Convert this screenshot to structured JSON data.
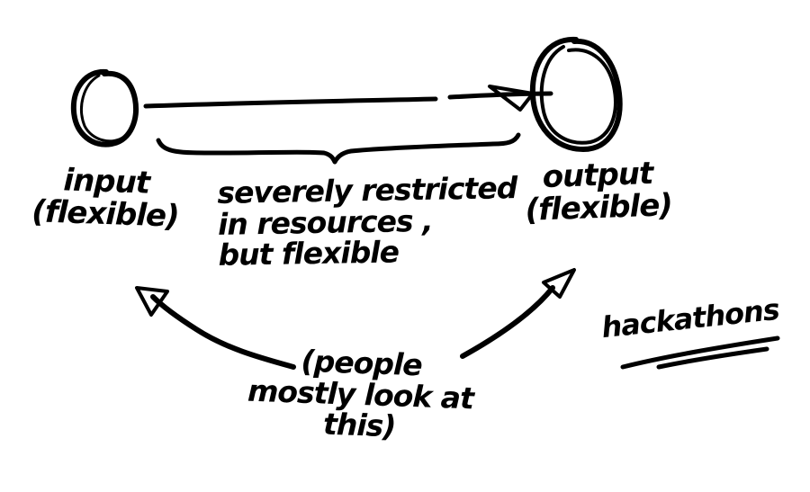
{
  "diagram": {
    "input_label": [
      "input",
      "(flexible)"
    ],
    "middle_label": [
      "severely restricted",
      "in resources ,",
      "but flexible"
    ],
    "output_label": [
      "output",
      "(flexible)"
    ],
    "people_label": [
      "(people",
      "mostly look at",
      "this)"
    ],
    "topic_label": "hackathons"
  },
  "colors": {
    "ink": "#000000",
    "paper": "#ffffff"
  }
}
